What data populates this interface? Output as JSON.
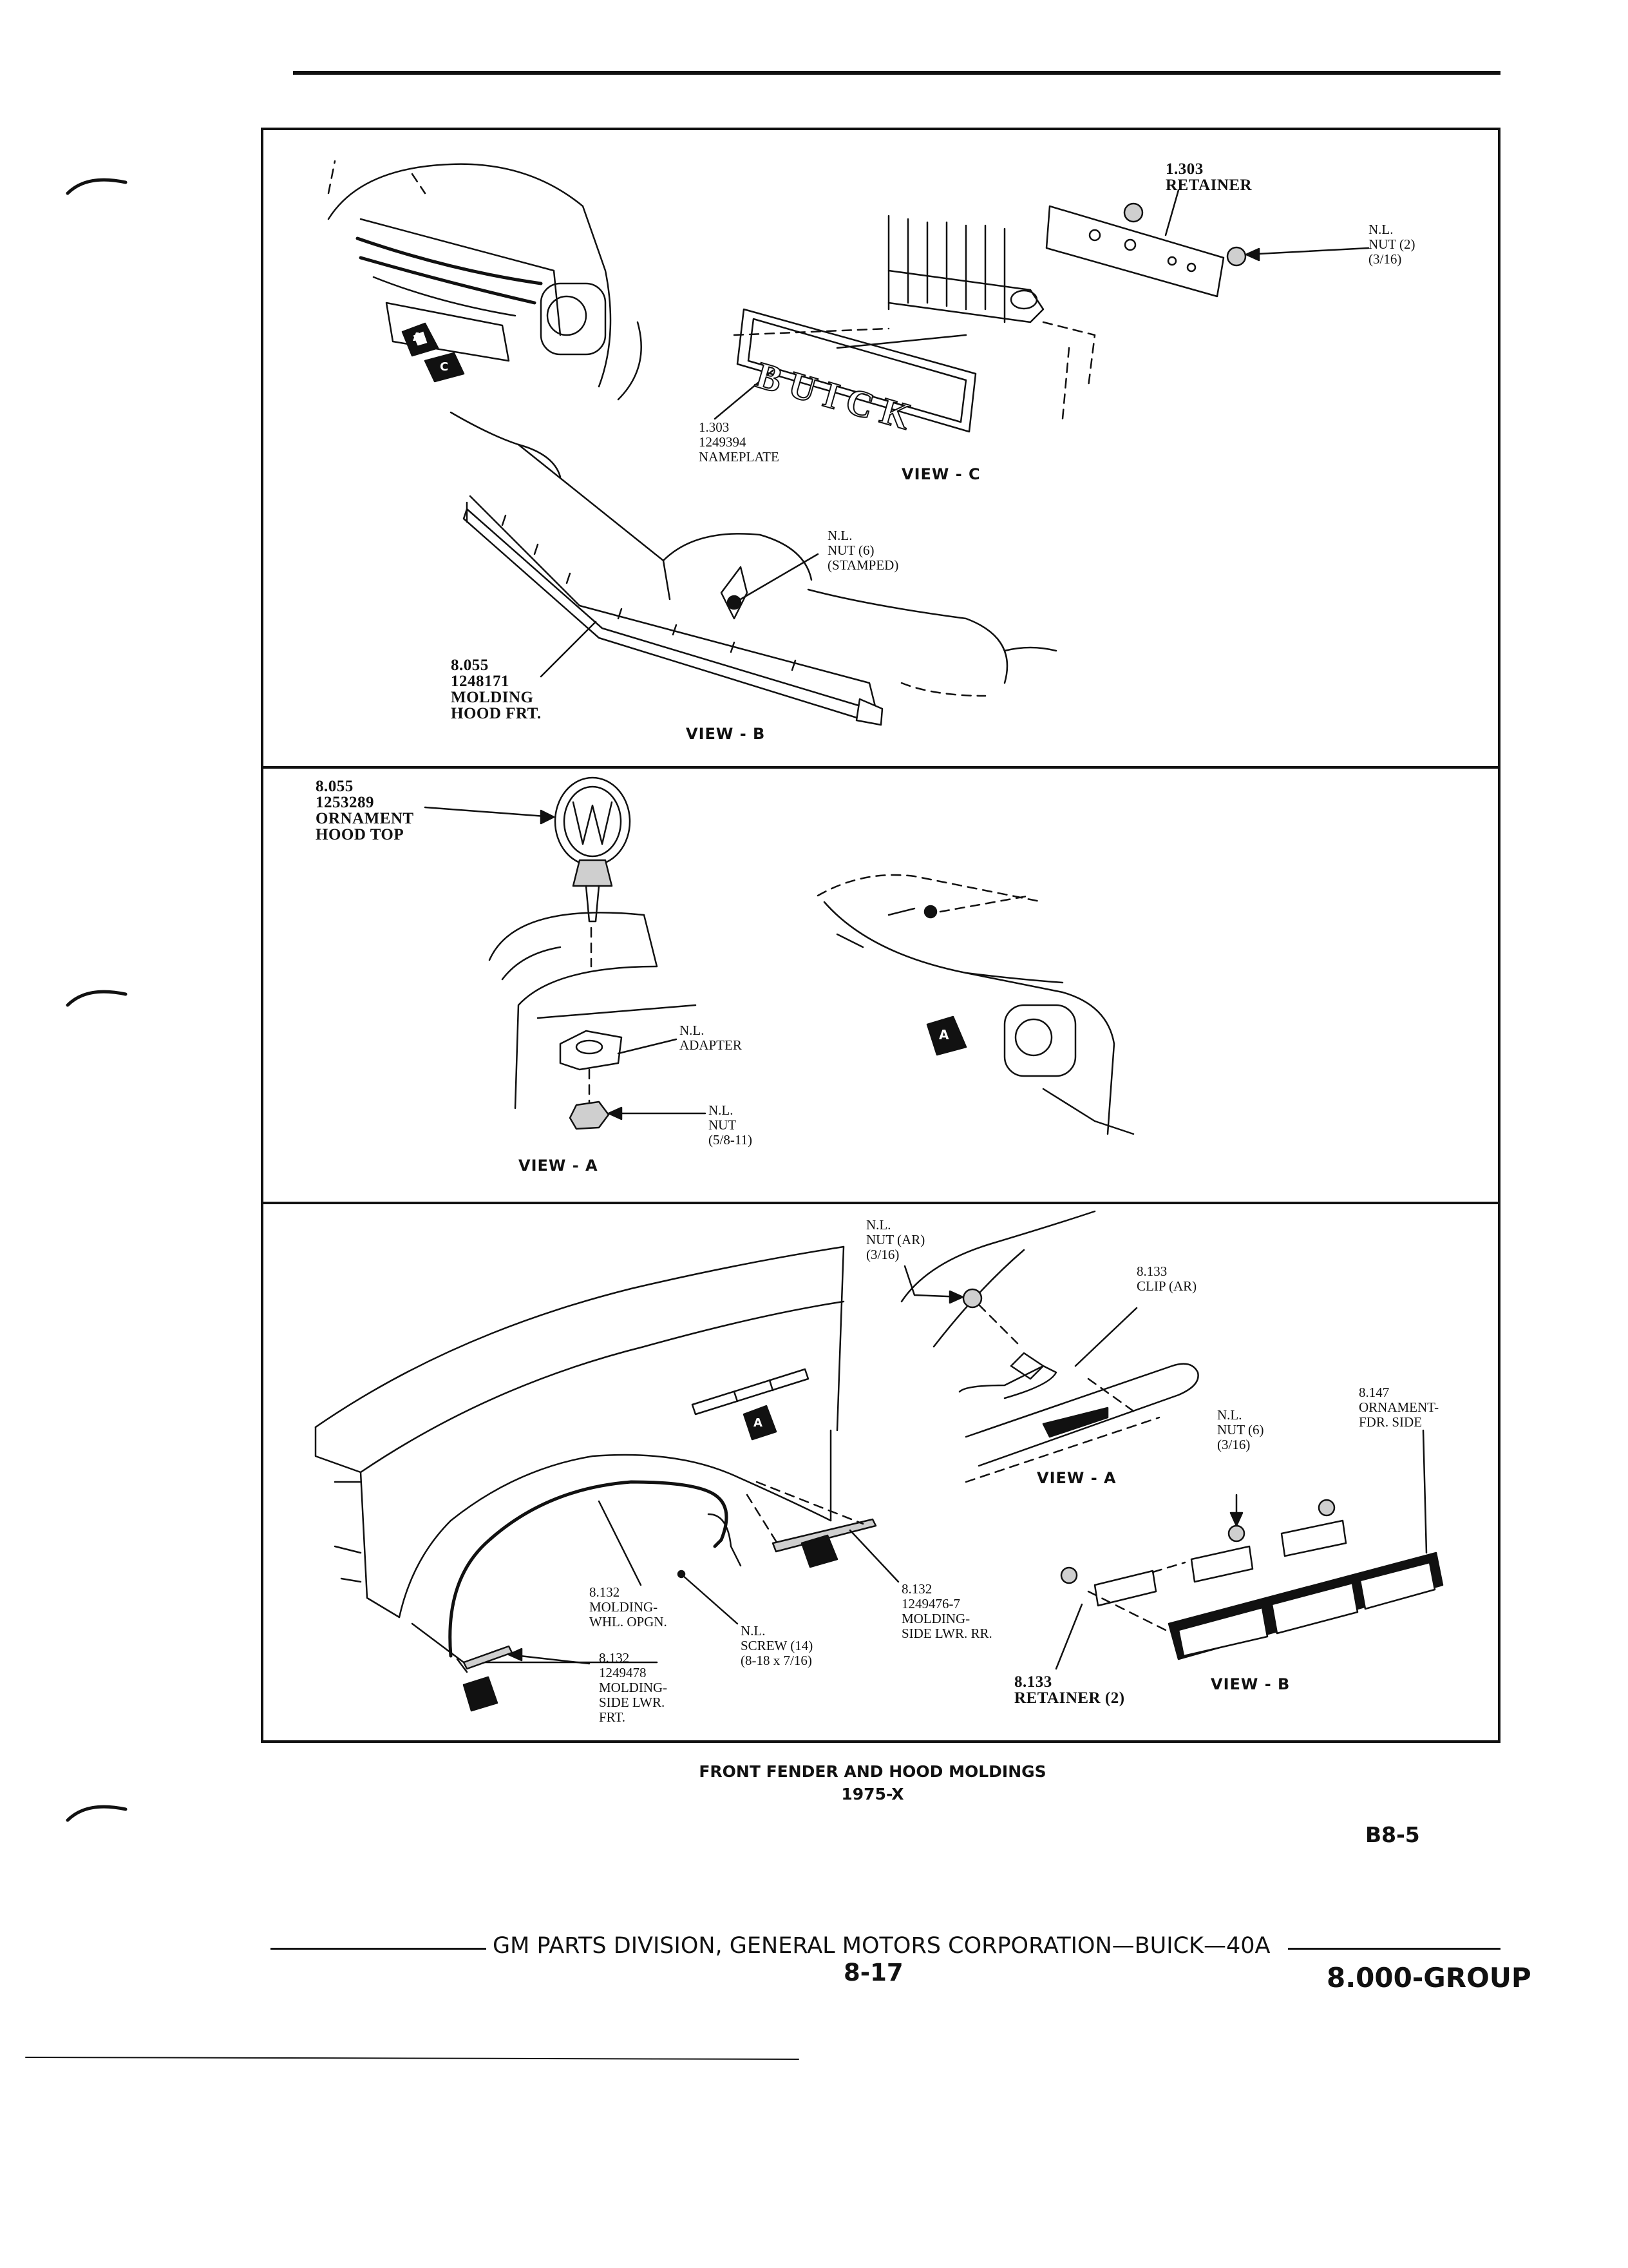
{
  "panel_top": {
    "retainer": [
      "1.303",
      "RETAINER"
    ],
    "nut_upper": [
      "N.L.",
      "NUT (2)",
      "(3/16)"
    ],
    "nameplate": [
      "1.303",
      "1249394",
      "NAMEPLATE"
    ],
    "nameplate_text": "BUICK",
    "view_c": "VIEW - C",
    "nut_stamped": [
      "N.L.",
      "NUT (6)",
      "(STAMPED)"
    ],
    "molding_hood": [
      "8.055",
      "1248171",
      "MOLDING",
      "HOOD FRT."
    ],
    "view_b": "VIEW - B",
    "marker_a": "A",
    "marker_c": "C"
  },
  "panel_mid": {
    "ornament": [
      "8.055",
      "1253289",
      "ORNAMENT",
      "HOOD TOP"
    ],
    "adapter": [
      "N.L.",
      "ADAPTER"
    ],
    "nut": [
      "N.L.",
      "NUT",
      "(5/8-11)"
    ],
    "view_a": "VIEW - A",
    "marker_a": "A"
  },
  "panel_bottom": {
    "nut_ar": [
      "N.L.",
      "NUT (AR)",
      "(3/16)"
    ],
    "clip_ar": [
      "8.133",
      "CLIP (AR)"
    ],
    "ornament_side": [
      "8.147",
      "ORNAMENT-",
      "FDR. SIDE"
    ],
    "nut_6": [
      "N.L.",
      "NUT (6)",
      "(3/16)"
    ],
    "view_a": "VIEW - A",
    "molding_whl": [
      "8.132",
      "MOLDING-",
      "WHL. OPGN."
    ],
    "molding_side_frt": [
      "8.132",
      "1249478",
      "MOLDING-",
      "SIDE LWR.",
      "FRT."
    ],
    "screw": [
      "N.L.",
      "SCREW (14)",
      "(8-18 x 7/16)"
    ],
    "molding_side_rr": [
      "8.132",
      "1249476-7",
      "MOLDING-",
      "SIDE LWR. RR."
    ],
    "retainer": [
      "8.133",
      "RETAINER (2)"
    ],
    "view_b": "VIEW - B",
    "marker_a": "A"
  },
  "caption": {
    "title": "FRONT FENDER AND HOOD MOLDINGS",
    "subtitle": "1975-X"
  },
  "page_code": "B8-5",
  "footer": {
    "publisher": "GM PARTS DIVISION, GENERAL MOTORS CORPORATION—BUICK—40A",
    "page_number": "8-17",
    "group": "8.000-GROUP"
  }
}
